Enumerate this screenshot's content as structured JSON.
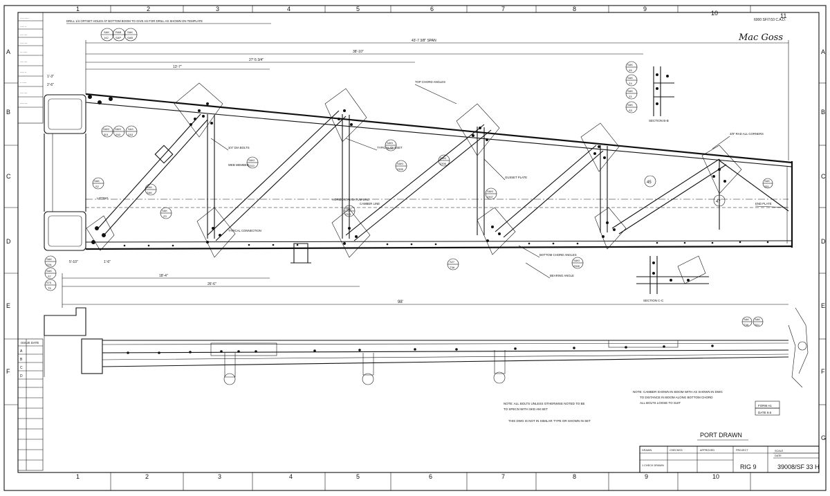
{
  "window": {
    "title": ""
  },
  "zones": {
    "columns": [
      "1",
      "2",
      "3",
      "4",
      "5",
      "6",
      "7",
      "8",
      "9",
      "10",
      "11"
    ],
    "rows": [
      "A",
      "B",
      "C",
      "D",
      "E",
      "F",
      "G"
    ]
  },
  "header": {
    "corner_ref": "6000 SF/7/10 C.A.D.",
    "handwritten": "Mac Goss",
    "note_top": "DRILL 1/4 OFFSET HOLES AT BOTTOM BOOM TO GIVE AS FOR DRILL AS SHOWN ON TEMPLATE"
  },
  "dimensions": {
    "overall": "98'",
    "span_a": "43'-7 3/8\" SPAN",
    "span_b": "38'-10\"",
    "span_c": "27'-5 3/4\"",
    "span_d": "13'-7\"",
    "span_e": "18'-4\"",
    "span_f": "26'-6\"",
    "left_a": "1'-3\"",
    "left_b": "2'-6\"",
    "bottom_a": "5'-10\"",
    "bottom_b": "1'-6\""
  },
  "callouts": {
    "section_bb": "SECTION B-B",
    "section_cc": "SECTION C-C",
    "horizontal_line": "HORIZONTAL DATUM LINE",
    "camber_line": "CAMBER LINE",
    "typical_gusset": "TYPICAL GUSSET",
    "gusset_plate": "GUSSET PLATE",
    "all_corners": "3/8\" RAD ALL CORNERS",
    "bolts_top": "3/4\" DIA BOLTS",
    "web_member": "WEB MEMBER",
    "connection": "TYPICAL CONNECTION",
    "end_plate": "END PLATE",
    "bearing_angle": "BEARING ANGLE",
    "top_chord": "TOP CHORD ANGLES",
    "bottom_chord": "BOTTOM CHORD ANGLES",
    "lift_mark": "LIFTING"
  },
  "bubbles": {
    "b1": [
      "SAK",
      "142"
    ],
    "b2": [
      "RAB",
      "SAP"
    ],
    "b3": [
      "SAK",
      "SAB"
    ],
    "b4": [
      "SAKI",
      "301"
    ],
    "b5": [
      "SAKI",
      "2A3"
    ],
    "b6": [
      "SA3",
      "2A3"
    ],
    "b7": [
      "SAKI",
      "2304"
    ],
    "b8": [
      "SAKI",
      "2305"
    ],
    "b9": [
      "SAKI",
      "2306"
    ],
    "b10": [
      "SAK",
      "Z3"
    ],
    "b11": [
      "SAK",
      "SAK"
    ],
    "b12": [
      "SAK",
      "S2"
    ],
    "b13": [
      "SAKI",
      "2310"
    ],
    "b14": [
      "SAKI",
      "2311"
    ],
    "b15": [
      "SAKI",
      "2307"
    ],
    "b16": [
      "SAKI",
      "2308"
    ],
    "b17": [
      "S27",
      "T3A"
    ],
    "b18": [
      "SAK",
      "S2A"
    ],
    "b19": [
      "SAK",
      "S7"
    ],
    "b20": [
      "SAK",
      "23"
    ],
    "b21": [
      "SAK",
      "S3"
    ],
    "b22": [
      "SAK",
      "Z4"
    ],
    "b23": [
      "SAK",
      "Z6"
    ],
    "b24": [
      "45",
      ""
    ],
    "b25": [
      "47",
      ""
    ],
    "b26": [
      "SAK",
      "T3A"
    ],
    "b27": [
      "SAK",
      "TA1"
    ],
    "b28": [
      "SAK",
      "2B1"
    ],
    "b29": [
      "S70",
      "T5"
    ]
  },
  "notes": {
    "note_1": "NOTE: ALL BOLTS UNLESS OTHERWISE NOTED TO BE",
    "note_2": "TO SPECN WITH SKD AM SET",
    "note_3": "THIS DWG IS NOT IN SIMILAR TYPE OR SHOWN IN SET",
    "note_r1": "NOTE: CAMBER SHOWN IN BOOM WITH AS SHOWN IN DWG",
    "note_r2": "TO DISTANCE IN BOOM ALONG BOTTOM CHORD",
    "note_r3": "ALL BOLTS LOOSE TO SUIT"
  },
  "side_panel": {
    "issue_header": "ISSUE  DATE",
    "issue_rows": [
      "A",
      "B",
      "C",
      "D"
    ]
  },
  "title_block": {
    "title": "PORT DRAWN",
    "rig": "RIG 9",
    "drawing_no": "39008/SF 33 H",
    "check_label": "1 CHECK DRAWN",
    "fields": [
      "DRAWN",
      "CHECKED",
      "APPROVED",
      "SCALE",
      "DATE",
      "PROJECT"
    ],
    "box_a": "FORM A1",
    "box_b": "DATE 9.6"
  }
}
